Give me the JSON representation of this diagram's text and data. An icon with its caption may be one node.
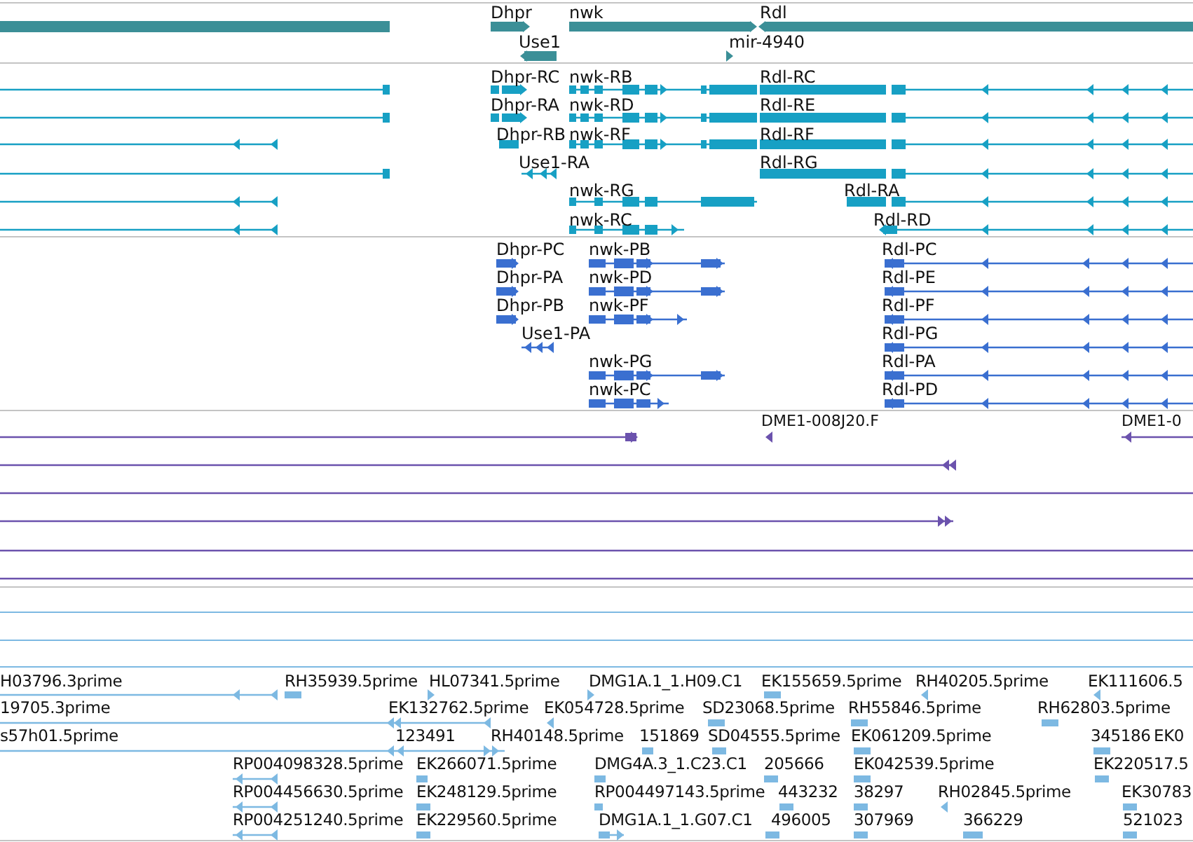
{
  "diagram": {
    "labels": [
      "Dhpr",
      "nwk",
      "Rdl",
      "Use1",
      "mir-4940",
      "Dhpr-RC",
      "nwk-RB",
      "Rdl-RC",
      "Dhpr-RA",
      "nwk-RD",
      "Rdl-RE",
      "Dhpr-RB",
      "nwk-RF",
      "Rdl-RF",
      "Use1-RA",
      "Rdl-RG",
      "nwk-RG",
      "Rdl-RA",
      "nwk-RC",
      "Rdl-RD",
      "Dhpr-PC",
      "nwk-PB",
      "Rdl-PC",
      "Dhpr-PA",
      "nwk-PD",
      "Rdl-PE",
      "Dhpr-PB",
      "nwk-PF",
      "Rdl-PF",
      "Use1-PA",
      "Rdl-PG",
      "nwk-PG",
      "Rdl-PA",
      "nwk-PC",
      "Rdl-PD",
      "DME1-008J20.F",
      "DME1-0",
      "H03796.3prime",
      "RH35939.5prime",
      "HL07341.5prime",
      "DMG1A.1_1.H09.C1",
      "EK155659.5prime",
      "RH40205.5prime",
      "EK111606.5",
      "19705.3prime",
      "EK132762.5prime",
      "EK054728.5prime",
      "SD23068.5prime",
      "RH55846.5prime",
      "RH62803.5prime",
      "s57h01.5prime",
      "123491",
      "RH40148.5prime",
      "151869",
      "SD04555.5prime",
      "EK061209.5prime",
      "345186",
      "EK0",
      "RP004098328.5prime",
      "EK266071.5prime",
      "DMG4A.3_1.C23.C1",
      "205666",
      "EK042539.5prime",
      "EK220517.5",
      "RP004456630.5prime",
      "EK248129.5prime",
      "RP004497143.5prime",
      "443232",
      "38297",
      "RH02845.5prime",
      "EK30783",
      "RP004251240.5prime",
      "EK229560.5prime",
      "DMG1A.1_1.G07.C1",
      "496005",
      "307969",
      "366229",
      "521023"
    ]
  }
}
